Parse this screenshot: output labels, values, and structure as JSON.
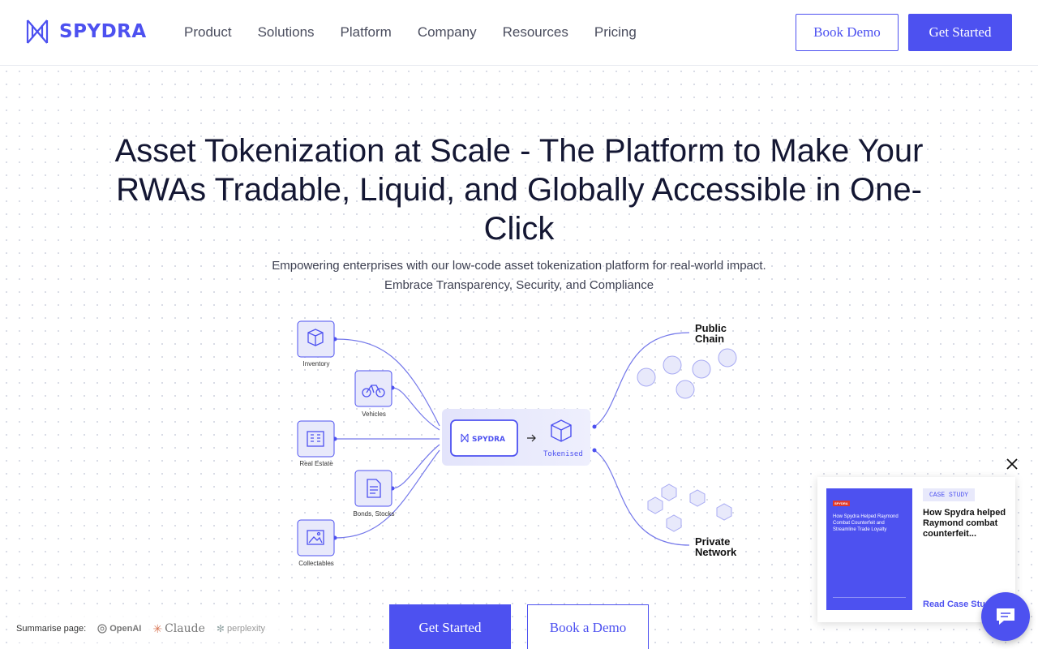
{
  "nav": {
    "logo_text": "SPYDRA",
    "items": [
      "Product",
      "Solutions",
      "Platform",
      "Company",
      "Resources",
      "Pricing"
    ],
    "book_demo": "Book Demo",
    "get_started": "Get Started"
  },
  "hero": {
    "title": "Asset Tokenization at Scale - The Platform to Make Your RWAs Tradable, Liquid, and Globally Accessible in One-Click",
    "subtitle_line1": "Empowering enterprises with our low-code asset tokenization platform for real-world impact.",
    "subtitle_line2": "Embrace Transparency, Security, and Compliance"
  },
  "diagram": {
    "assets": [
      "Inventory",
      "Vehicles",
      "Real Estate",
      "Bonds, Stocks",
      "Collectables"
    ],
    "hub_logo": "SPYDRA",
    "tokenised": "Tokenised",
    "public_chain_line1": "Public",
    "public_chain_line2": "Chain",
    "private_network_line1": "Private",
    "private_network_line2": "Network"
  },
  "cta": {
    "get_started": "Get Started",
    "book_demo": "Book a Demo"
  },
  "summarise": {
    "label": "Summarise page:",
    "openai": "OpenAI",
    "claude": "Claude",
    "perplexity": "perplexity"
  },
  "case_study": {
    "cover_brand": "SPYDRA",
    "cover_title": "How Spydra Helped Raymond Combat Counterfeit and Streamline Trade Loyalty",
    "tag": "CASE STUDY",
    "headline": "How Spydra helped Raymond combat counterfeit...",
    "link": "Read Case Study"
  },
  "colors": {
    "brand": "#4d51f0",
    "text_dark": "#141733",
    "asset_fill": "#e8e9fb"
  },
  "icons": {
    "chat": "chat-bubble-icon",
    "close": "close-icon"
  }
}
